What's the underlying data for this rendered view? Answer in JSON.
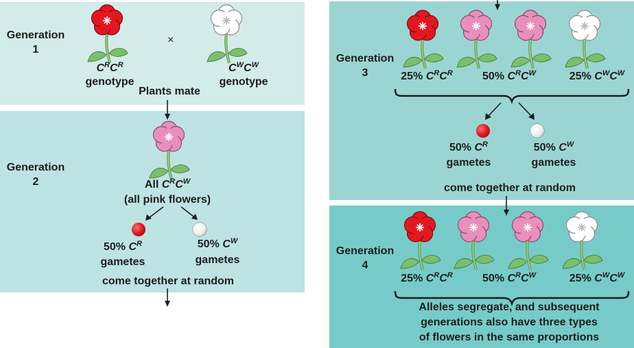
{
  "colors": {
    "gen1_bg": "#d3ebe9",
    "gen2_bg": "#bde3e2",
    "gen3_bg": "#9bd5d3",
    "gen4_bg": "#76cbc9",
    "red_flower": "#e3171f",
    "pink_flower": "#ea8fbd",
    "white_flower": "#ffffff",
    "leaf": "#7cbf6a"
  },
  "generation1": {
    "label": "Generation",
    "number": "1",
    "cross_symbol": "×",
    "parent_red": {
      "allele_base": "C",
      "allele1": "R",
      "allele2": "R",
      "caption": "genotype",
      "flower": "red-flower-icon"
    },
    "parent_white": {
      "allele_base": "C",
      "allele1": "W",
      "allele2": "W",
      "caption": "genotype",
      "flower": "white-flower-icon"
    },
    "mate_label": "Plants mate"
  },
  "generation2": {
    "label": "Generation",
    "number": "2",
    "offspring_prefix": "All",
    "allele_base": "C",
    "allele1": "R",
    "allele2": "W",
    "offspring_note": "(all pink flowers)",
    "gametes": [
      {
        "percent": "50%",
        "allele_base": "C",
        "allele": "R",
        "label": "gametes",
        "color": "red"
      },
      {
        "percent": "50%",
        "allele_base": "C",
        "allele": "W",
        "label": "gametes",
        "color": "white"
      }
    ],
    "combine_label": "come together at random"
  },
  "generation3": {
    "label": "Generation",
    "number": "3",
    "genotypes": [
      {
        "percent": "25%",
        "allele_base": "C",
        "a1": "R",
        "a2": "R"
      },
      {
        "percent": "50%",
        "allele_base": "C",
        "a1": "R",
        "a2": "W"
      },
      {
        "percent": "25%",
        "allele_base": "C",
        "a1": "W",
        "a2": "W"
      }
    ],
    "gametes": [
      {
        "percent": "50%",
        "allele_base": "C",
        "allele": "R",
        "label": "gametes",
        "color": "red"
      },
      {
        "percent": "50%",
        "allele_base": "C",
        "allele": "W",
        "label": "gametes",
        "color": "white"
      }
    ],
    "combine_label": "come together at random"
  },
  "generation4": {
    "label": "Generation",
    "number": "4",
    "genotypes": [
      {
        "percent": "25%",
        "allele_base": "C",
        "a1": "R",
        "a2": "R"
      },
      {
        "percent": "50%",
        "allele_base": "C",
        "a1": "R",
        "a2": "W"
      },
      {
        "percent": "25%",
        "allele_base": "C",
        "a1": "W",
        "a2": "W"
      }
    ],
    "conclusion_line1": "Alleles segregate, and subsequent",
    "conclusion_line2": "generations also have three types",
    "conclusion_line3": "of flowers in the same proportions"
  }
}
